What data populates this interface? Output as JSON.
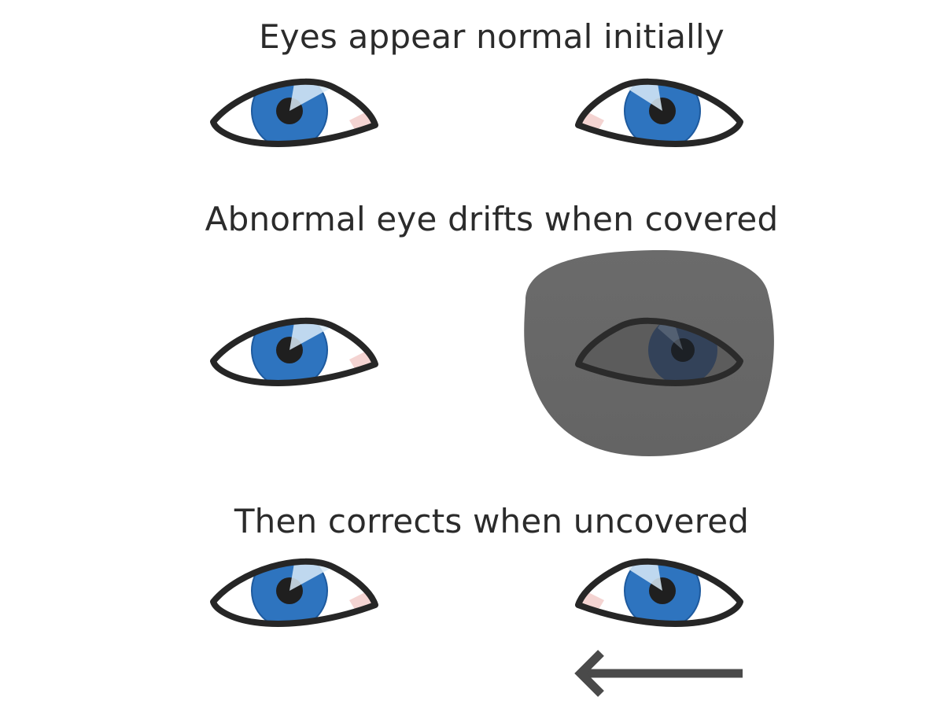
{
  "captions": {
    "step1": "Eyes appear normal initially",
    "step2": "Abnormal eye drifts when covered",
    "step3": "Then corrects when uncovered"
  },
  "colors": {
    "iris": "#2e74bf",
    "iris_rim": "#1e5a9e",
    "pupil": "#1f1f1f",
    "outline": "#262626",
    "caruncle": "#f4d4d2",
    "cover": "#686868",
    "arrow": "#4a4a4a",
    "text": "#2b2b2b"
  }
}
